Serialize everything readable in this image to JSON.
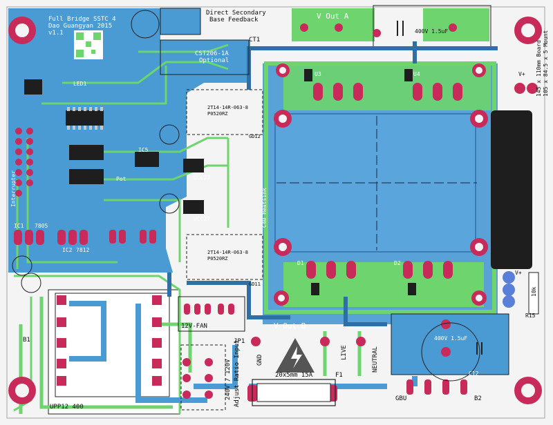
{
  "colors": {
    "board": "#f4f4f4",
    "copper_blue": "#4a9ad4",
    "copper_blue_dark": "#2f6fa8",
    "trace_green": "#6ed46e",
    "pad_red": "#d83060",
    "pad_ring": "#c82a5a",
    "heatsink": "#1e1e1e",
    "silkscreen": "#ffffff",
    "bright_green": "#7ee27e"
  },
  "header": {
    "line1": "Full Bridge SSTC 4",
    "line2": "Dao Guangyan 2015",
    "line3": "v1.1"
  },
  "feedback": {
    "line1": "Direct Secondary",
    "line2": "Base Feedback",
    "cst": "CST206-1A",
    "optional": "Optional",
    "ct1": "CT1"
  },
  "outputs": {
    "out_a": "V Out A",
    "out_b": "V Out B",
    "cap_top": "400V 1.5uF",
    "cap_bottom": "400V 1.5uF"
  },
  "gate_drivers": {
    "gdt_top": "2T14-14R-063-8",
    "gdt_top_pn": "P0520RZ",
    "gdt_bot": "2T14-14R-063-8",
    "gdt_bot_pn": "P0520RZ",
    "gd12": "GD12",
    "gd11": "GD11"
  },
  "labels": {
    "mosfet_top_left": "U3",
    "mosfet_top_right": "U4",
    "mosfet_bot_left": "D1",
    "mosfet_bot_right": "D2",
    "heatsink": "C40 Heatsink",
    "board_size1": "145 x 110mm Board",
    "board_size2": "105 x 84.5 x 5 Mount",
    "ic1": "IC1",
    "ic2": "IC2",
    "ic5": "IC5",
    "c7805": "7805",
    "c7812": "7812",
    "fan_label": "12V-FAN",
    "jp1": "JP1",
    "transformer": "UPP12 400",
    "adjust": "Adjust Ratio Input",
    "v240": "240V / 120V",
    "gnd": "GND",
    "live": "LIVE",
    "neutral": "NEUTRAL",
    "fuse": "20x5mm 15A",
    "f1": "F1",
    "bridge": "B2",
    "b1": "B1",
    "c12": "C12",
    "r15": "R15",
    "r10k": "10k",
    "vplus": "V+",
    "vplus2": "V+",
    "gbu": "GBU",
    "led": "LED1",
    "pot": "Pot",
    "interrupter": "Interrupter",
    "ucc_top": "UCC27",
    "ucc_bot": "UCC27"
  }
}
